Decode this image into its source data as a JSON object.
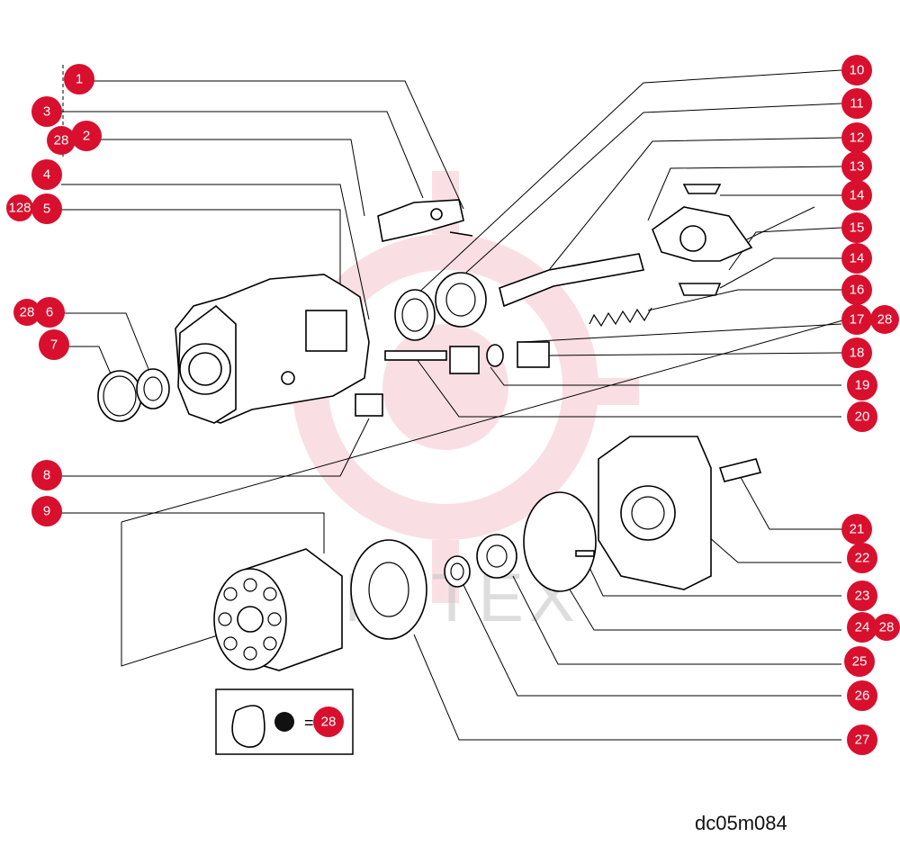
{
  "diagram": {
    "caption": "dc05m084",
    "watermark": "IMITEX",
    "badge_color": "#d8102e",
    "callouts": [
      {
        "id": "c1",
        "label": "1"
      },
      {
        "id": "c3",
        "label": "3"
      },
      {
        "id": "c28a",
        "label": "28"
      },
      {
        "id": "c2",
        "label": "2"
      },
      {
        "id": "c4",
        "label": "4"
      },
      {
        "id": "c128",
        "label": "128"
      },
      {
        "id": "c5",
        "label": "5"
      },
      {
        "id": "c28b",
        "label": "28"
      },
      {
        "id": "c6",
        "label": "6"
      },
      {
        "id": "c7",
        "label": "7"
      },
      {
        "id": "c8",
        "label": "8"
      },
      {
        "id": "c9",
        "label": "9"
      },
      {
        "id": "c10",
        "label": "10"
      },
      {
        "id": "c11",
        "label": "11"
      },
      {
        "id": "c12",
        "label": "12"
      },
      {
        "id": "c13",
        "label": "13"
      },
      {
        "id": "c14a",
        "label": "14"
      },
      {
        "id": "c15",
        "label": "15"
      },
      {
        "id": "c14b",
        "label": "14"
      },
      {
        "id": "c16",
        "label": "16"
      },
      {
        "id": "c17",
        "label": "17"
      },
      {
        "id": "c28c",
        "label": "28"
      },
      {
        "id": "c18",
        "label": "18"
      },
      {
        "id": "c19",
        "label": "19"
      },
      {
        "id": "c20",
        "label": "20"
      },
      {
        "id": "c21",
        "label": "21"
      },
      {
        "id": "c22",
        "label": "22"
      },
      {
        "id": "c23",
        "label": "23"
      },
      {
        "id": "c24",
        "label": "24"
      },
      {
        "id": "c28d",
        "label": "28"
      },
      {
        "id": "c25",
        "label": "25"
      },
      {
        "id": "c26",
        "label": "26"
      },
      {
        "id": "c27",
        "label": "27"
      },
      {
        "id": "c28e",
        "label": "28"
      }
    ]
  }
}
